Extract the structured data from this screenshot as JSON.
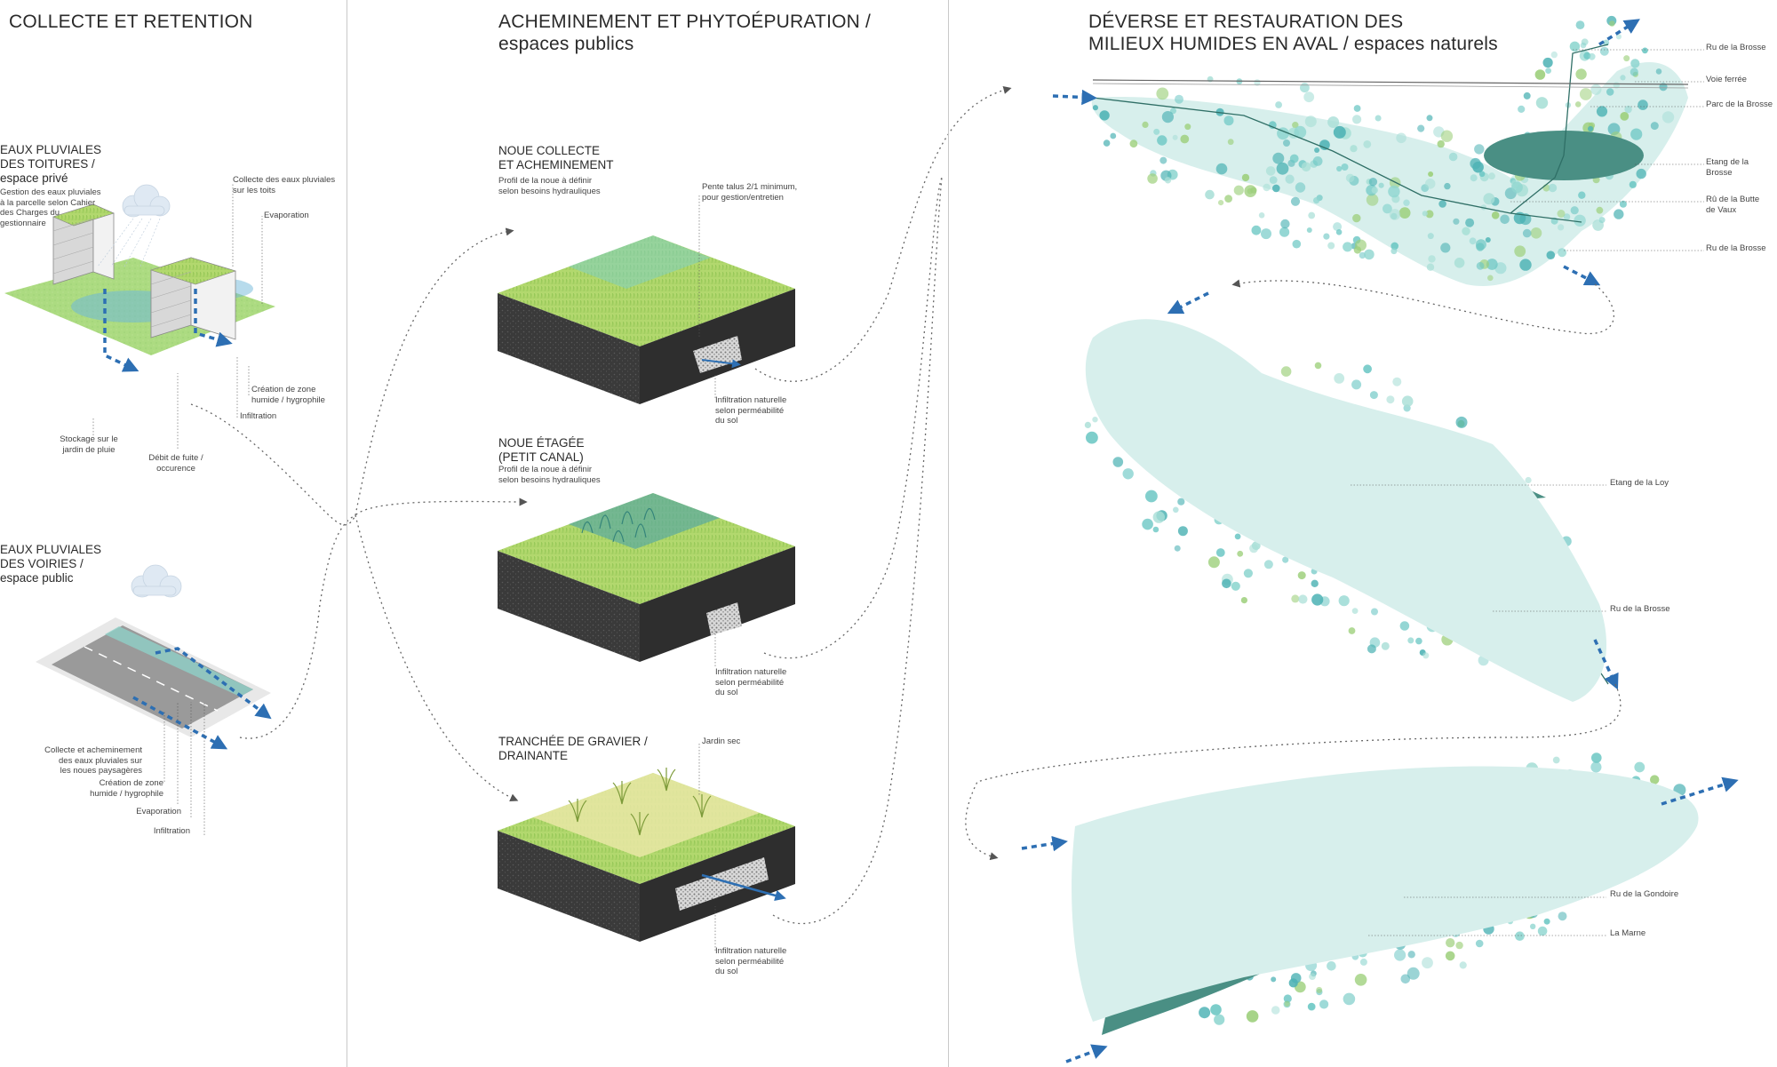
{
  "columns": [
    {
      "title": "COLLECTE ET RETENTION"
    },
    {
      "title": "ACHEMINEMENT ET PHYTOÉPURATION /\nespaces publics"
    },
    {
      "title": "DÉVERSE ET RESTAURATION DES\nMILIEUX HUMIDES EN AVAL / espaces naturels"
    }
  ],
  "col1": {
    "roof": {
      "title": "EAUX PLUVIALES\nDES TOITURES /\nespace privé",
      "desc": "Gestion des eaux pluviales\nà la parcelle selon Cahier\ndes Charges du\ngestionnaire",
      "labels": {
        "collect_roofs": "Collecte des eaux pluviales\nsur les toits",
        "evaporation": "Evaporation",
        "wet_zone": "Création de zone\nhumide / hygrophile",
        "infiltration": "Infiltration",
        "storage": "Stockage sur le\njardin de pluie",
        "leak_rate": "Débit de fuite /\noccurence"
      }
    },
    "road": {
      "title": "EAUX PLUVIALES\nDES VOIRIES /\nespace public",
      "labels": {
        "collect_swales": "Collecte et acheminement\ndes eaux pluviales sur\nles noues paysagères",
        "wet_zone": "Création de zone\nhumide / hygrophile",
        "evaporation": "Evaporation",
        "infiltration": "Infiltration"
      }
    }
  },
  "col2": {
    "swale": {
      "title": "NOUE COLLECTE\nET ACHEMINEMENT",
      "desc": "Profil de la noue à définir\nselon besoins hydrauliques",
      "slope": "Pente talus 2/1 minimum,\npour gestion/entretien",
      "infiltration": "Infiltration naturelle\nselon perméabilité\ndu sol"
    },
    "tiered": {
      "title": "NOUE ÉTAGÉE\n(PETIT CANAL)",
      "desc": "Profil de la noue à définir\nselon besoins hydrauliques",
      "infiltration": "Infiltration naturelle\nselon perméabilité\ndu sol"
    },
    "gravel": {
      "title": "TRANCHÉE DE GRAVIER /\nDRAINANTE",
      "dry_garden": "Jardin sec",
      "infiltration": "Infiltration naturelle\nselon perméabilité\ndu sol"
    }
  },
  "col3": {
    "top_labels": [
      "Ru de la Brosse",
      "Voie ferrée",
      "Parc de la Brosse",
      "Etang de la Brosse",
      "Rû de la Butte\nde Vaux",
      "Ru de la Brosse"
    ],
    "mid_labels": [
      "Etang de la Loy",
      "Ru de la Brosse"
    ],
    "bottom_labels": [
      "Ru de la Gondoire",
      "La Marne"
    ]
  },
  "colors": {
    "grass": "#a9d468",
    "grass_dark": "#7fbf4a",
    "soil": "#3b3b3b",
    "water": "#4a8f84",
    "flow_arrow": "#2d6fb3",
    "trees": "#6cc7c4",
    "road": "#9a9a9a"
  }
}
